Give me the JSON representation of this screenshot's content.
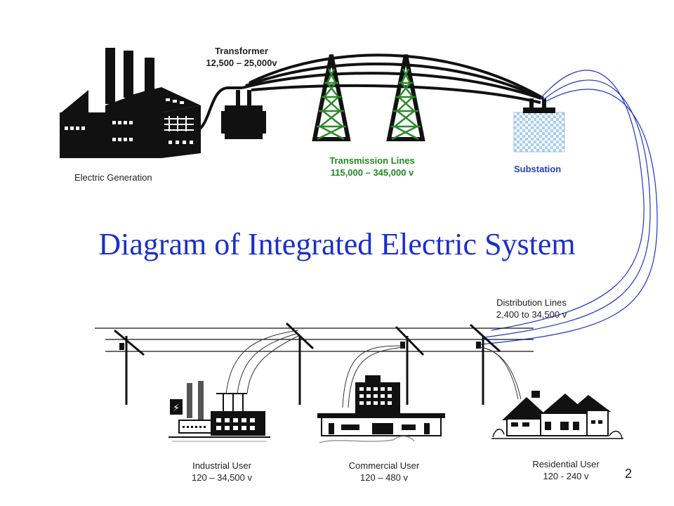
{
  "title": "Diagram of Integrated Electric System",
  "page_number": "2",
  "labels": {
    "transformer": {
      "line1": "Transformer",
      "line2": "12,500 – 25,000v"
    },
    "generation": {
      "line1": "Electric Generation"
    },
    "transmission": {
      "line1": "Transmission Lines",
      "line2": "115,000 – 345,000 v"
    },
    "substation": {
      "line1": "Substation"
    },
    "distribution": {
      "line1": "Distribution Lines",
      "line2": "2,400 to 34,500 v"
    },
    "industrial": {
      "line1": "Industrial User",
      "line2": "120 – 34,500 v"
    },
    "commercial": {
      "line1": "Commercial User",
      "line2": "120 – 480 v"
    },
    "residential": {
      "line1": "Residential User",
      "line2": "120 - 240 v"
    }
  },
  "colors": {
    "title": "#1a2fcc",
    "transmission_label": "#1f8a1f",
    "substation_label": "#1f3fbf",
    "distribution_wire": "#2233cc"
  }
}
